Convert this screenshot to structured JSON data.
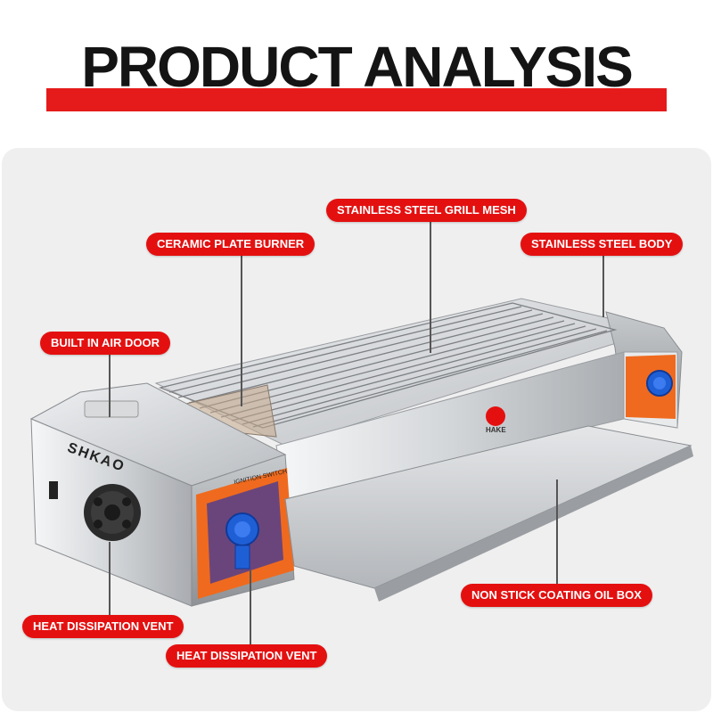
{
  "title": "PRODUCT ANALYSIS",
  "labels": {
    "grill_mesh": "STAINLESS STEEL GRILL MESH",
    "ceramic_burner": "CERAMIC PLATE BURNER",
    "steel_body": "STAINLESS STEEL BODY",
    "air_door": "BUILT IN AIR DOOR",
    "oil_box": "NON STICK COATING OIL BOX",
    "vent_left": "HEAT DISSIPATION VENT",
    "vent_bottom": "HEAT DISSIPATION VENT"
  },
  "product_text": {
    "brand_side": "SHKAO",
    "ignition_switch": "IGNITION SWITCH",
    "logo_text": "HAKE"
  },
  "colors": {
    "accent": "#e41010",
    "steel": "#c9ccd0",
    "knob": "#1f5fd6",
    "panel_orange": "#ef6a1e"
  }
}
